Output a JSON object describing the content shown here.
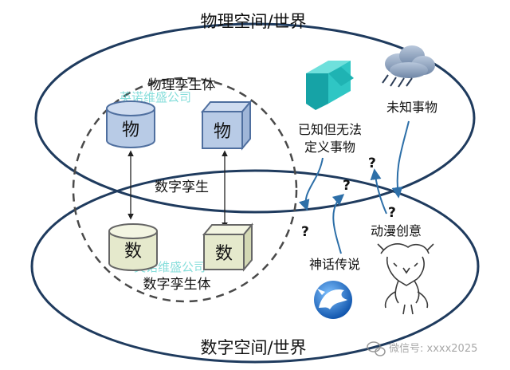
{
  "labels": {
    "physical_world": "物理空间/世界",
    "digital_world": "数字空间/世界",
    "physical_twin": "物理孪生体",
    "digital_twin": "数字孪生",
    "digital_twin_body": "数字孪生体",
    "known_undefined_line1": "已知但无法",
    "known_undefined_line2": "定义事物",
    "unknown": "未知事物",
    "myth": "神话传说",
    "anime": "动漫创意"
  },
  "shapes": {
    "physical_cylinder": "物",
    "physical_cube": "物",
    "digital_cylinder": "数",
    "digital_cube": "数"
  },
  "marks": {
    "question": "?"
  },
  "watermarks": {
    "company_top": "英诺维盛公司",
    "company_bottom": "英诺维盛公司",
    "wechat": "微信号: xxxx2025"
  },
  "colors": {
    "ellipse_stroke": "#1f3b5e",
    "twin_dash": "#4a4a4a",
    "physical_fill_top": "#cfdcf0",
    "physical_fill": "#b8cbe6",
    "physical_stroke": "#4f6f9f",
    "digital_fill_top": "#f3f5e2",
    "digital_fill": "#e5e9cc",
    "digital_stroke": "#666666",
    "teal_shape": "#2fc6c4",
    "watermark": "#38c9c4",
    "arrow_blue": "#2d6fa8"
  }
}
